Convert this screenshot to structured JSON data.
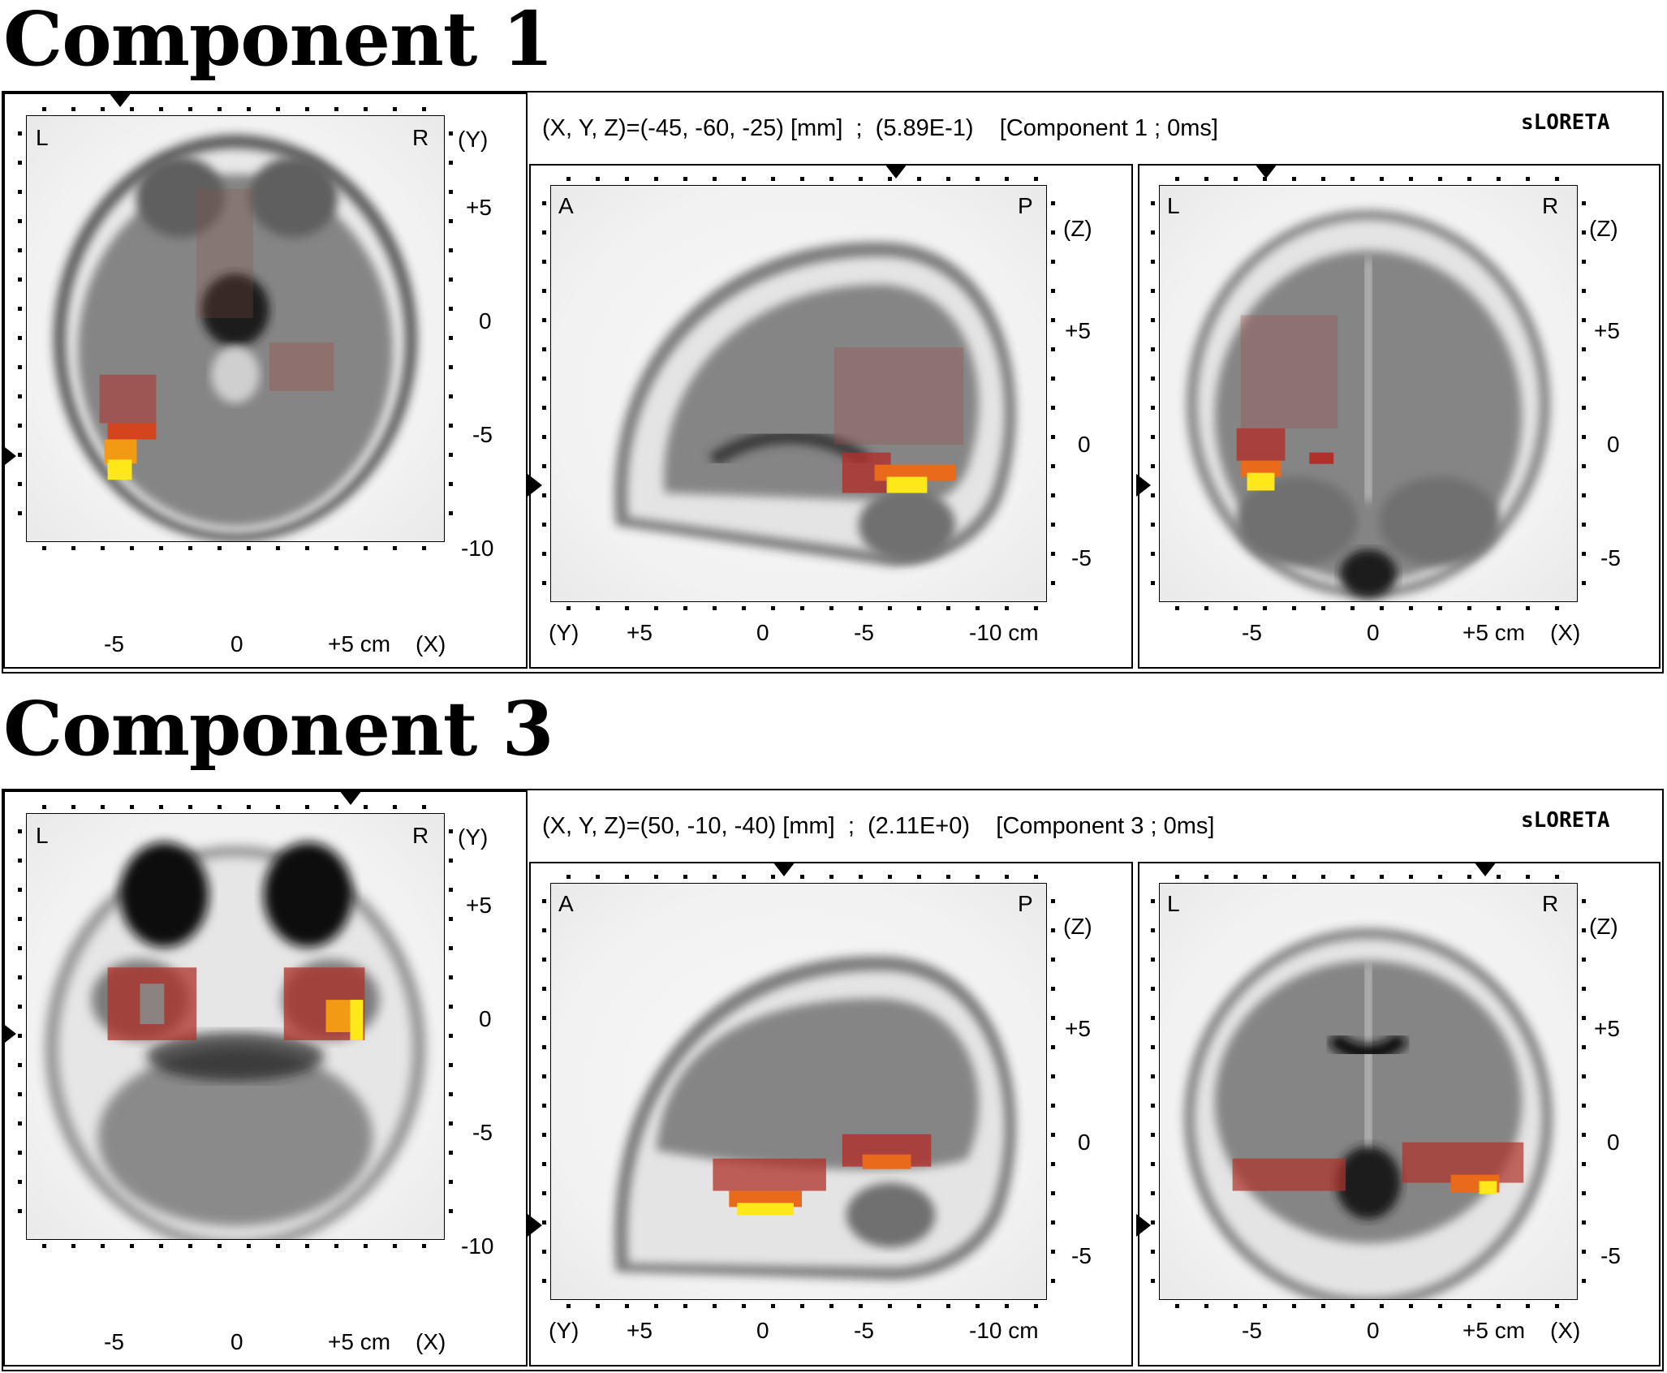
{
  "software": "sLORETA",
  "axial": {
    "corner_left": "L",
    "corner_right": "R",
    "vaxis": "(Y)",
    "vticks": [
      "+5",
      "0",
      "-5",
      "-10"
    ],
    "hticks": [
      "-5",
      "0",
      "+5 cm"
    ],
    "haxis": "(X)"
  },
  "sagittal": {
    "corner_left": "A",
    "corner_right": "P",
    "vaxis": "(Z)",
    "vticks": [
      "+5",
      "0",
      "-5"
    ],
    "haxis": "(Y)",
    "hticks": [
      "+5",
      "0",
      "-5",
      "-10 cm"
    ]
  },
  "coronal": {
    "corner_left": "L",
    "corner_right": "R",
    "vaxis": "(Z)",
    "vticks": [
      "+5",
      "0",
      "-5"
    ],
    "hticks": [
      "-5",
      "0",
      "+5 cm"
    ],
    "haxis": "(X)"
  },
  "components": [
    {
      "title": "Component 1",
      "info": "(X, Y, Z)=(-45, -60, -25) [mm]  ;  (5.89E-1)    [Component 1 ; 0ms]"
    },
    {
      "title": "Component 3",
      "info": "(X, Y, Z)=(50, -10, -40) [mm]  ;  (2.11E+0)    [Component 3 ; 0ms]"
    }
  ],
  "colors": {
    "hot_dark": "#b0302a",
    "hot_mid": "#e86a1a",
    "hot_bright": "#ffe81a",
    "brain": "#7a7a7a"
  }
}
